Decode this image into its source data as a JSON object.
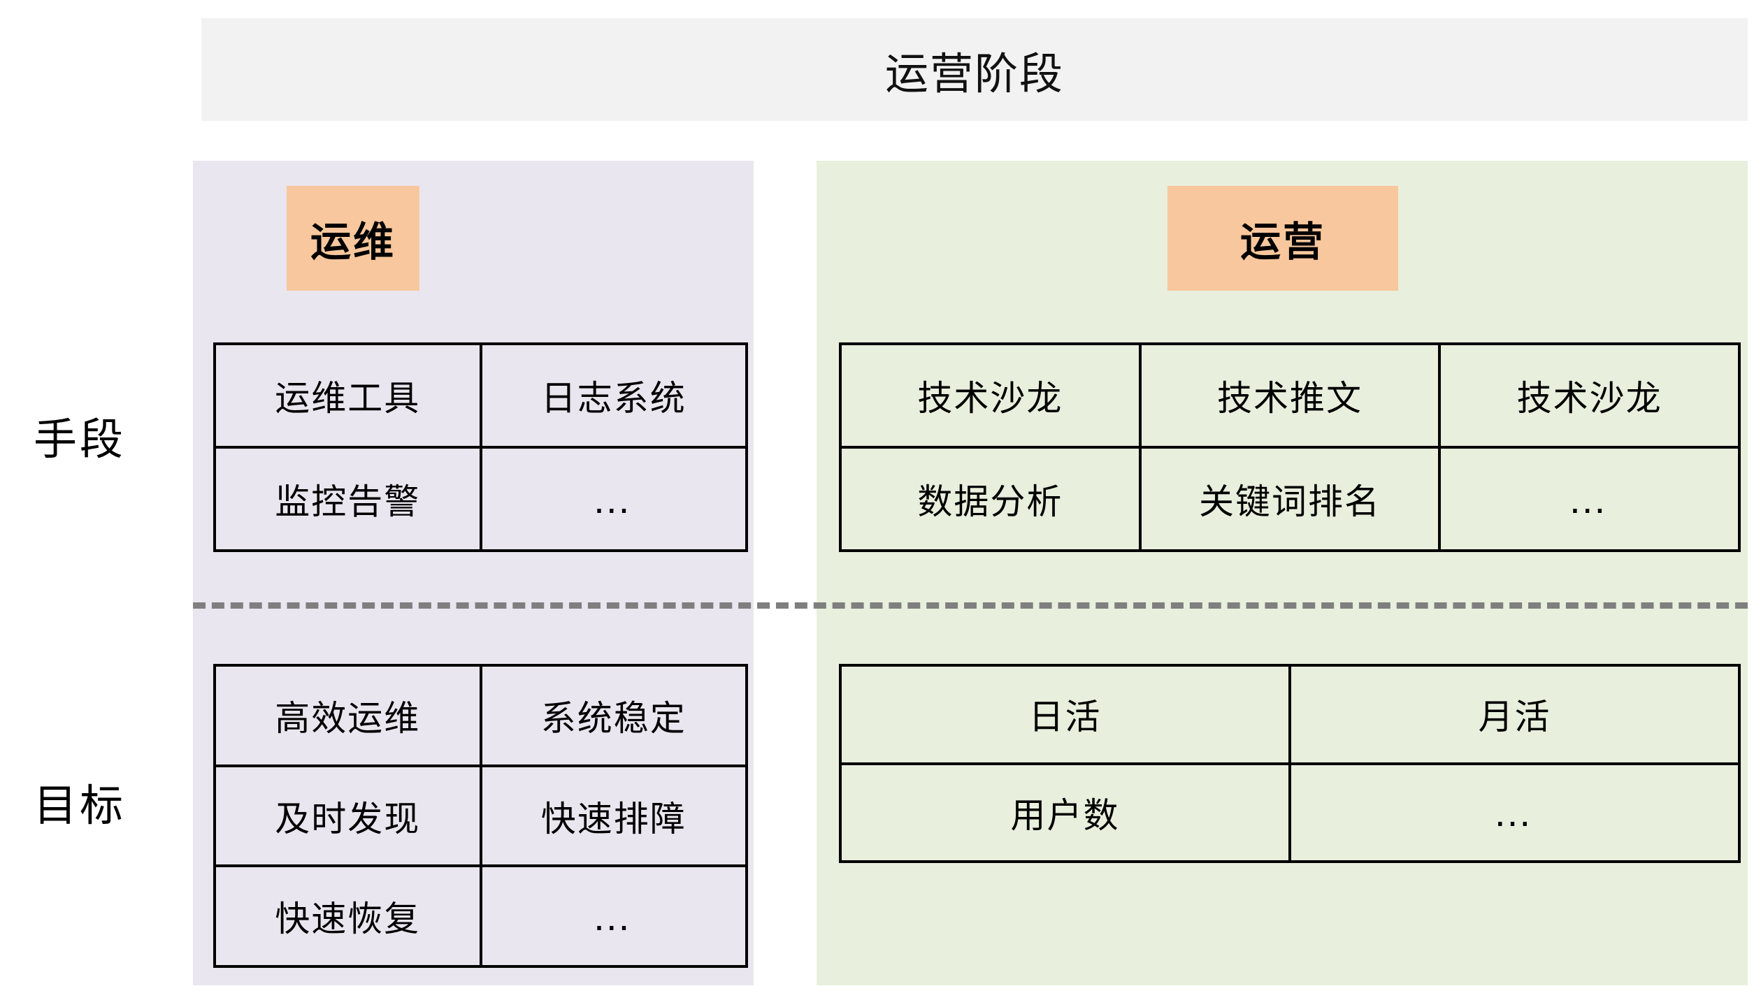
{
  "header": {
    "title": "运营阶段"
  },
  "row_labels": {
    "means": "手段",
    "goals": "目标"
  },
  "colors": {
    "header_bg": "#F2F2F2",
    "panel_ops_bg": "#EAE6EF",
    "panel_growth_bg": "#E8EFDD",
    "chip_bg": "#F8C79D",
    "border": "#000000",
    "divider": "#7F7F7F",
    "text": "#000000"
  },
  "columns": [
    {
      "key": "ops",
      "chip_label": "运维",
      "means_rows": [
        [
          "运维工具",
          "日志系统"
        ],
        [
          "监控告警",
          "…"
        ]
      ],
      "goals_rows": [
        [
          "高效运维",
          "系统稳定"
        ],
        [
          "及时发现",
          "快速排障"
        ],
        [
          "快速恢复",
          "…"
        ]
      ]
    },
    {
      "key": "growth",
      "chip_label": "运营",
      "means_rows": [
        [
          "技术沙龙",
          "技术推文",
          "技术沙龙"
        ],
        [
          "数据分析",
          "关键词排名",
          "…"
        ]
      ],
      "goals_rows": [
        [
          "日活",
          "月活"
        ],
        [
          "用户数",
          "…"
        ]
      ]
    }
  ]
}
